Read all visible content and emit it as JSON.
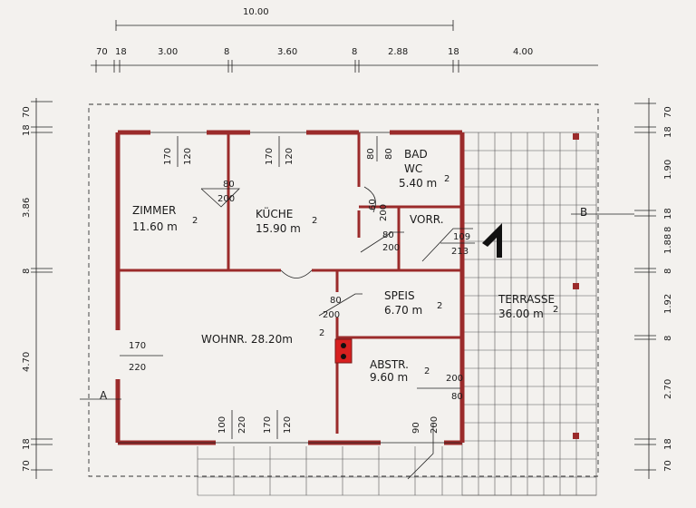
{
  "dimensions": {
    "top_total": "10.00",
    "top_segments": [
      "70",
      "18",
      "3.00",
      "8",
      "3.60",
      "8",
      "2.88",
      "18",
      "4.00"
    ],
    "left_segments": [
      "18",
      "70",
      "3.86",
      "8",
      "4.70",
      "70",
      "18"
    ],
    "right_segments": [
      "18",
      "70",
      "1.90",
      "18",
      "8",
      "1.88",
      "8",
      "1.92",
      "8",
      "2.70",
      "70",
      "18"
    ]
  },
  "rooms": {
    "zimmer": {
      "name": "ZIMMER",
      "area": "11.60 m",
      "sup": "2"
    },
    "kueche": {
      "name": "KÜCHE",
      "area": "15.90 m",
      "sup": "2"
    },
    "bad": {
      "name": "BAD",
      "name2": "WC",
      "area": "5.40 m",
      "sup": "2"
    },
    "vorr": {
      "name": "VORR."
    },
    "speis": {
      "name": "SPEIS",
      "area": "6.70 m",
      "sup": "2"
    },
    "wohnr": {
      "name": "WOHNR. 28.20m",
      "sup": "2"
    },
    "abstr": {
      "name": "ABSTR.",
      "area": "9.60 m",
      "sup": "2"
    },
    "terrasse": {
      "name": "TERRASSE",
      "area": "36.00 m",
      "sup": "2"
    }
  },
  "openings": {
    "zimmer_window": [
      "170",
      "120"
    ],
    "kueche_window": [
      "170",
      "120"
    ],
    "bad_window": [
      "80",
      "80"
    ],
    "door_zimmer": [
      "80",
      "200"
    ],
    "door_vorr": [
      "80",
      "200"
    ],
    "door_entry": [
      "109",
      "213"
    ],
    "door_speis": [
      "80",
      "200"
    ],
    "wohn_west_window": [
      "170",
      "220"
    ],
    "abstr_door": [
      "200",
      "80"
    ],
    "wohn_south_door": [
      "100",
      "220"
    ],
    "wohn_south_window": [
      "170",
      "120"
    ],
    "abstr_south_door": [
      "90",
      "200"
    ],
    "bad_door": [
      "60",
      "200"
    ]
  },
  "section_marks": {
    "a": "A",
    "b": "B"
  }
}
